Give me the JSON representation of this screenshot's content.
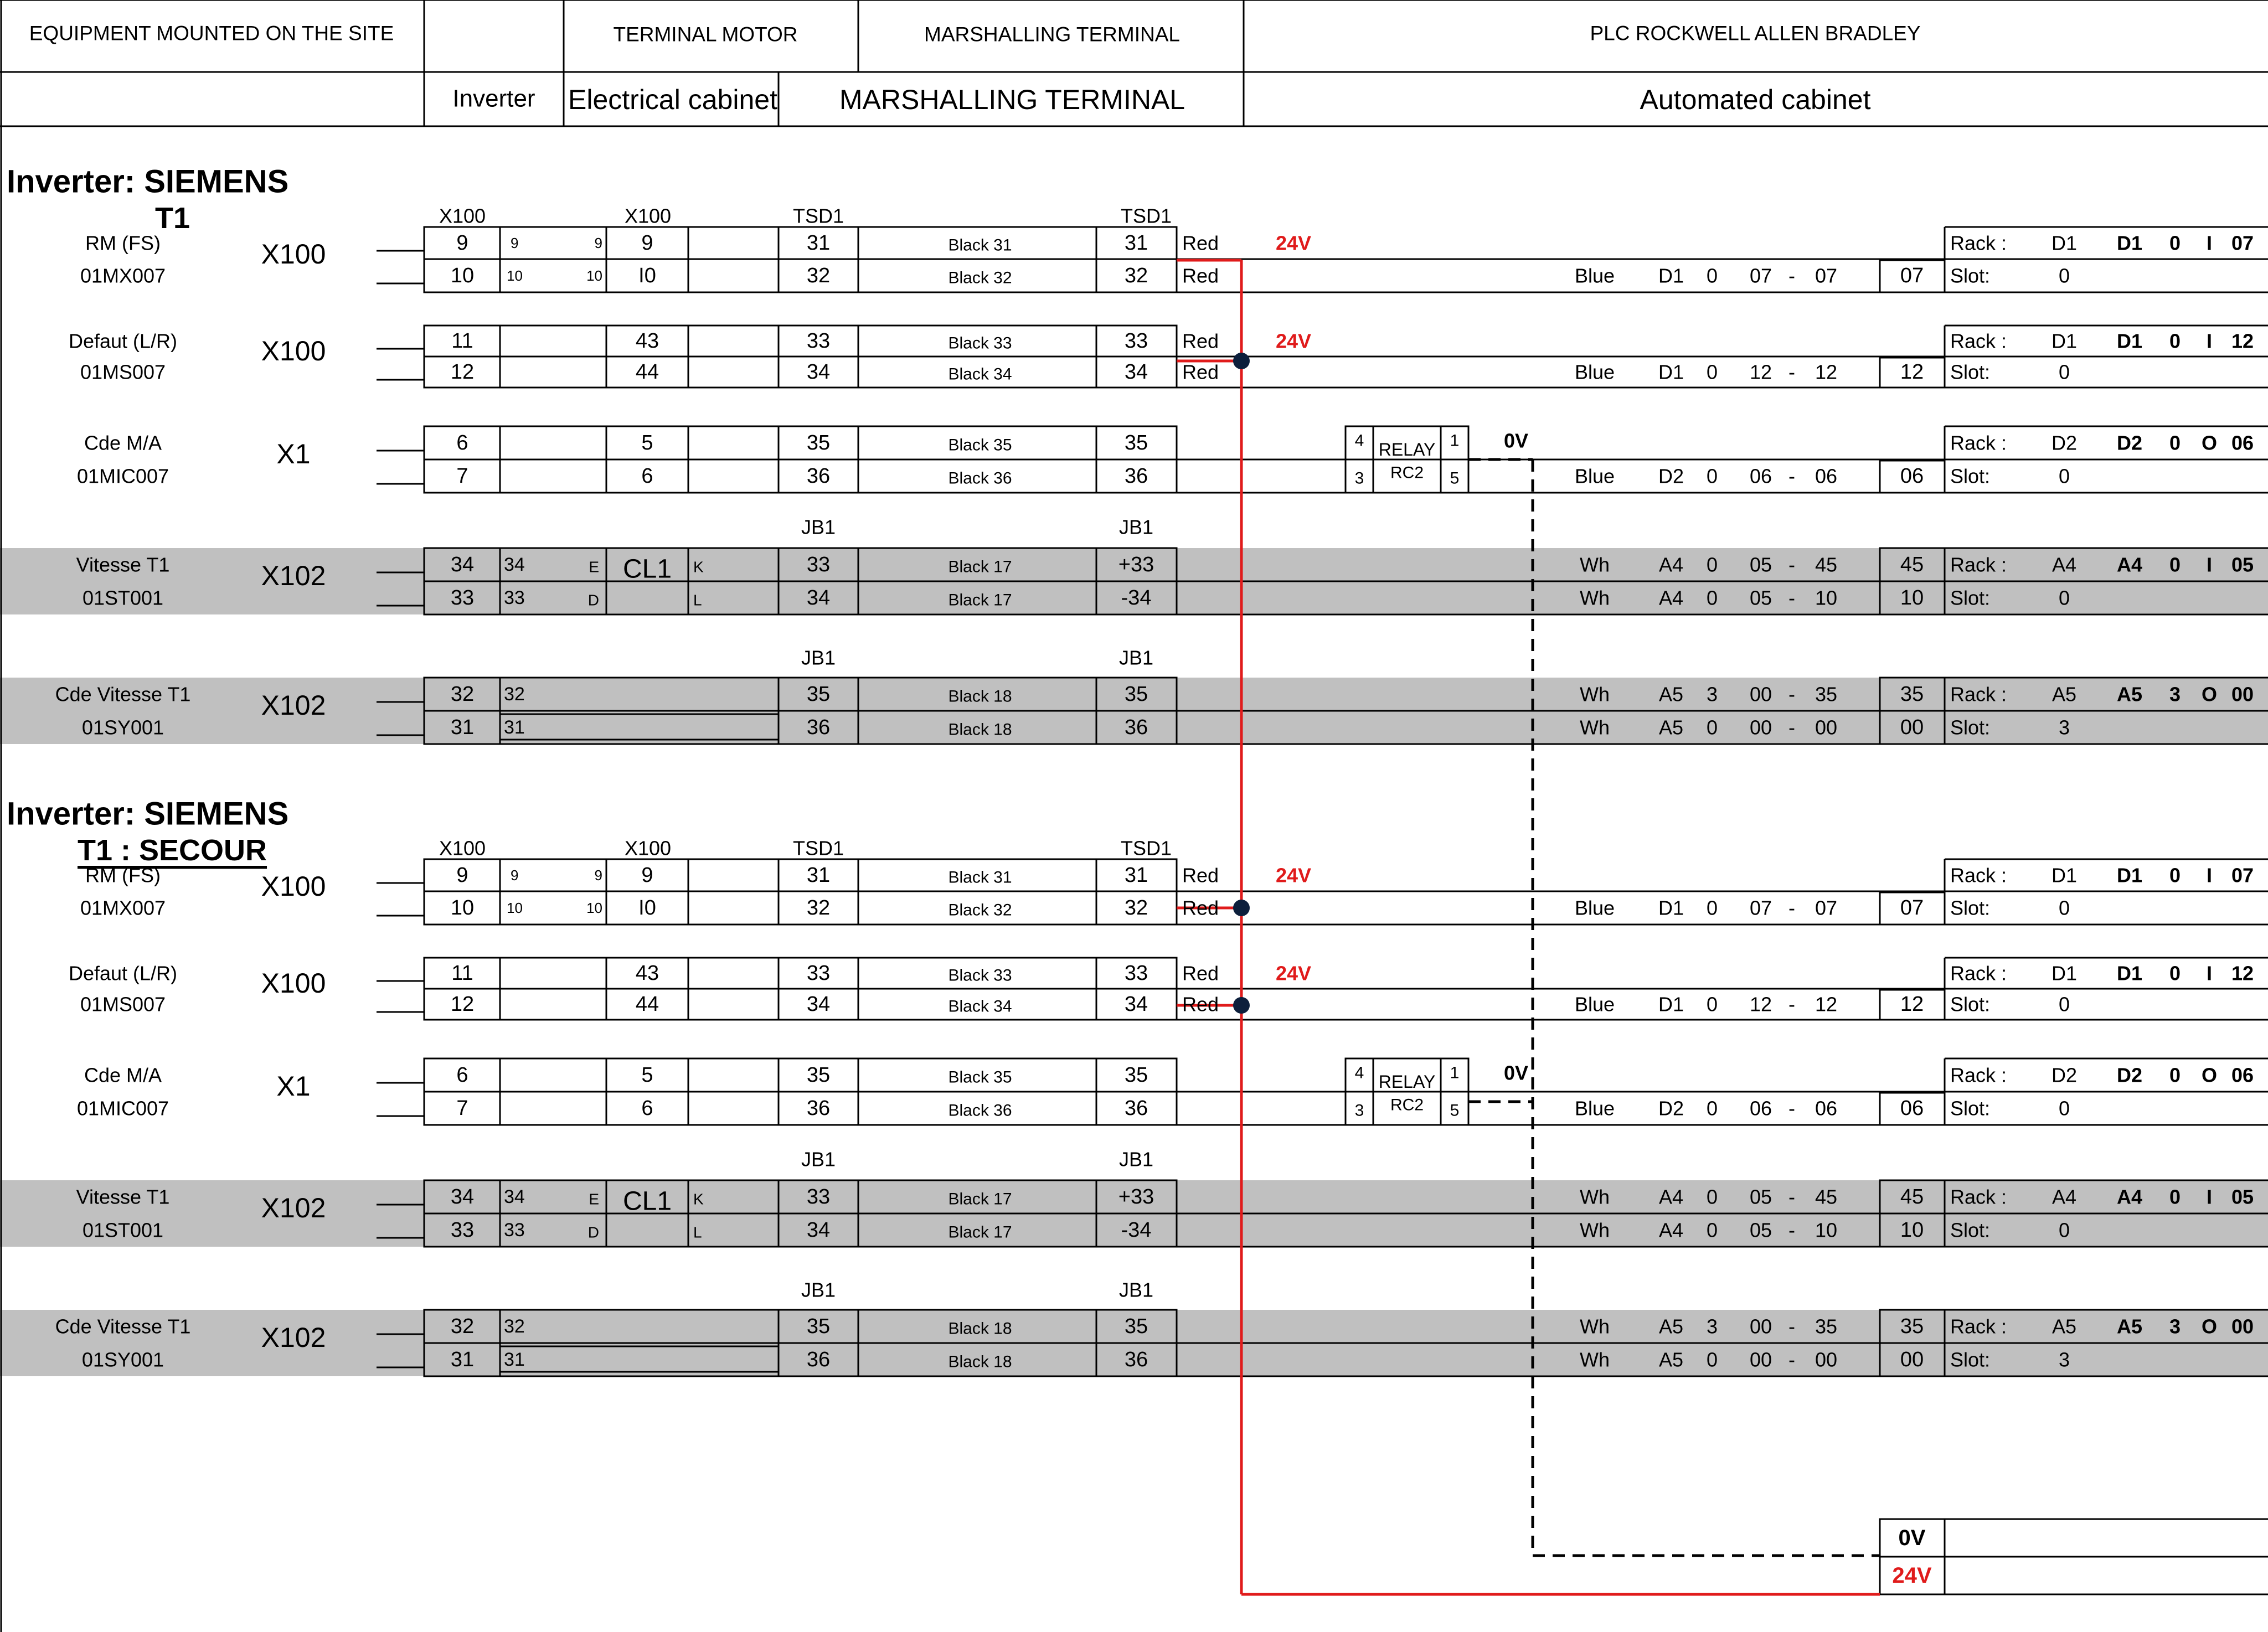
{
  "header": {
    "row1": [
      "EQUIPMENT MOUNTED ON THE SITE",
      "",
      "TERMINAL MOTOR",
      "MARSHALLING TERMINAL",
      "PLC ROCKWELL ALLEN BRADLEY"
    ],
    "row2": [
      "",
      "Inverter",
      "Electrical cabinet",
      "MARSHALLING TERMINAL",
      "Automated cabinet"
    ]
  },
  "colors": {
    "red_wire": "#e01b1b",
    "shade": "#c0c0c0",
    "junction": "#0d1f3c",
    "label_red": "#e01b1b"
  },
  "sections": [
    {
      "title": "Inverter:  SIEMENS",
      "subtitle": "T1",
      "subtitle_underlined": false,
      "groups": [
        {
          "labels": [
            "X100",
            "X100",
            "TSD1",
            "TSD1"
          ],
          "signals": [
            {
              "desc": "RM (FS)",
              "conn": "X100",
              "cells": [
                "9",
                "10",
                "9",
                "10",
                "9",
                "10",
                "9",
                "I0",
                "31",
                "32",
                "Black 31",
                "Black 32",
                "31",
                "32"
              ],
              "wire": [
                "Red",
                "Red"
              ],
              "supply": "24V",
              "plc": {
                "color": [
                  "",
                  "Blue"
                ],
                "addr": [
                  [
                    "",
                    ""
                  ],
                  [
                    "D1",
                    "0",
                    "07",
                    "07"
                  ]
                ],
                "ch": [
                  "",
                  "07"
                ],
                "rack": [
                  "Rack :",
                  "D1",
                  "D1",
                  "0",
                  "I",
                  "07"
                ],
                "slot": [
                  "Slot:",
                  "0"
                ]
              }
            },
            {
              "desc": "Defaut (L/R)",
              "conn": "X100",
              "cells": [
                "11",
                "12",
                "",
                "",
                "",
                "",
                "43",
                "44",
                "33",
                "34",
                "Black 33",
                "Black 34",
                "33",
                "34"
              ],
              "wire": [
                "Red",
                "Red"
              ],
              "supply": "24V",
              "plc": {
                "color": [
                  "",
                  "Blue"
                ],
                "addr": [
                  [
                    "",
                    ""
                  ],
                  [
                    "D1",
                    "0",
                    "12",
                    "12"
                  ]
                ],
                "ch": [
                  "",
                  "12"
                ],
                "rack": [
                  "Rack :",
                  "D1",
                  "D1",
                  "0",
                  "I",
                  "12"
                ],
                "slot": [
                  "Slot:",
                  "0"
                ]
              }
            },
            {
              "desc": "Cde M/A",
              "conn": "X1",
              "cells": [
                "6",
                "7",
                "",
                "",
                "",
                "",
                "5",
                "6",
                "35",
                "36",
                "Black 35",
                "Black 36",
                "35",
                "36"
              ],
              "relay": {
                "pins": [
                  "4",
                  "3",
                  "1",
                  "5"
                ],
                "name": "RELAY",
                "ref": "RC2",
                "out": "0V"
              },
              "plc": {
                "color": [
                  "",
                  "Blue"
                ],
                "addr": [
                  [
                    "",
                    ""
                  ],
                  [
                    "D2",
                    "0",
                    "06",
                    "06"
                  ]
                ],
                "ch": [
                  "",
                  "06"
                ],
                "rack": [
                  "Rack :",
                  "D2",
                  "D2",
                  "0",
                  "O",
                  "06"
                ],
                "slot": [
                  "Slot:",
                  "0"
                ]
              }
            }
          ],
          "id_sub": [
            "01MX007",
            "01MS007",
            "01MIC007"
          ]
        },
        {
          "labels": [
            "JB1",
            "JB1"
          ],
          "shaded": true,
          "signals": [
            {
              "desc": "Vitesse T1",
              "conn": "X102",
              "id": "01ST001",
              "cells": [
                "34",
                "33",
                "34",
                "33"
              ],
              "cl": {
                "name": "CL1",
                "left": [
                  "E",
                  "D"
                ],
                "right": [
                  "K",
                  "L"
                ]
              },
              "jb": [
                "33",
                "34"
              ],
              "black": [
                "Black 17",
                "Black 17"
              ],
              "jb2": [
                "+33",
                "-34"
              ],
              "plc": {
                "color": [
                  "Wh",
                  "Wh"
                ],
                "addr": [
                  [
                    "A4",
                    "0",
                    "05",
                    "45"
                  ],
                  [
                    "A4",
                    "0",
                    "05",
                    "10"
                  ]
                ],
                "ch": [
                  "45",
                  "10"
                ],
                "rack": [
                  "Rack :",
                  "A4",
                  "A4",
                  "0",
                  "I",
                  "05"
                ],
                "slot": [
                  "Slot:",
                  "0"
                ]
              }
            }
          ]
        },
        {
          "labels": [
            "JB1",
            "JB1"
          ],
          "shaded": true,
          "signals": [
            {
              "desc": "Cde Vitesse T1",
              "conn": "X102",
              "id": "01SY001",
              "cells": [
                "32",
                "31",
                "32",
                "31"
              ],
              "jb": [
                "35",
                "36"
              ],
              "black": [
                "Black 18",
                "Black 18"
              ],
              "jb2": [
                "35",
                "36"
              ],
              "plc": {
                "color": [
                  "Wh",
                  "Wh"
                ],
                "addr": [
                  [
                    "A5",
                    "3",
                    "00",
                    "35"
                  ],
                  [
                    "A5",
                    "0",
                    "00",
                    "00"
                  ]
                ],
                "ch": [
                  "35",
                  "00"
                ],
                "rack": [
                  "Rack :",
                  "A5",
                  "A5",
                  "3",
                  "O",
                  "00"
                ],
                "slot": [
                  "Slot:",
                  "3"
                ]
              }
            }
          ]
        }
      ]
    },
    {
      "title": "Inverter:  SIEMENS",
      "subtitle": "T1 : SECOUR",
      "subtitle_underlined": true
    }
  ],
  "block2_sub": "T1 : SECOUR",
  "footer": {
    "zero": "0V",
    "plus": "24V"
  }
}
